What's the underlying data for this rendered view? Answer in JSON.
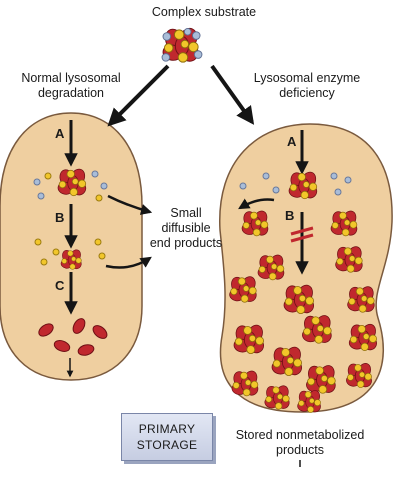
{
  "title": "Complex substrate",
  "left_heading": [
    "Normal lysosomal",
    "degradation"
  ],
  "right_heading": [
    "Lysosomal enzyme",
    "deficiency"
  ],
  "middle_label": [
    "Small",
    "diffusible",
    "end products"
  ],
  "left_steps": [
    "A",
    "B",
    "C"
  ],
  "right_steps": [
    "A",
    "B"
  ],
  "primary_storage": [
    "PRIMARY",
    "STORAGE"
  ],
  "stored_label": [
    "Stored nonmetabolized",
    "products"
  ],
  "colors": {
    "cell_fill": "#efcfa0",
    "cell_stroke": "#7a5a3e",
    "substrate_red": "#c0282e",
    "substrate_yellow": "#f2c62a",
    "enzyme_blue": "#a9bdd8",
    "arrow": "#151515",
    "block_mark": "#c0282e"
  },
  "icons": [
    "complex-substrate-icon",
    "block-mark-icon"
  ]
}
